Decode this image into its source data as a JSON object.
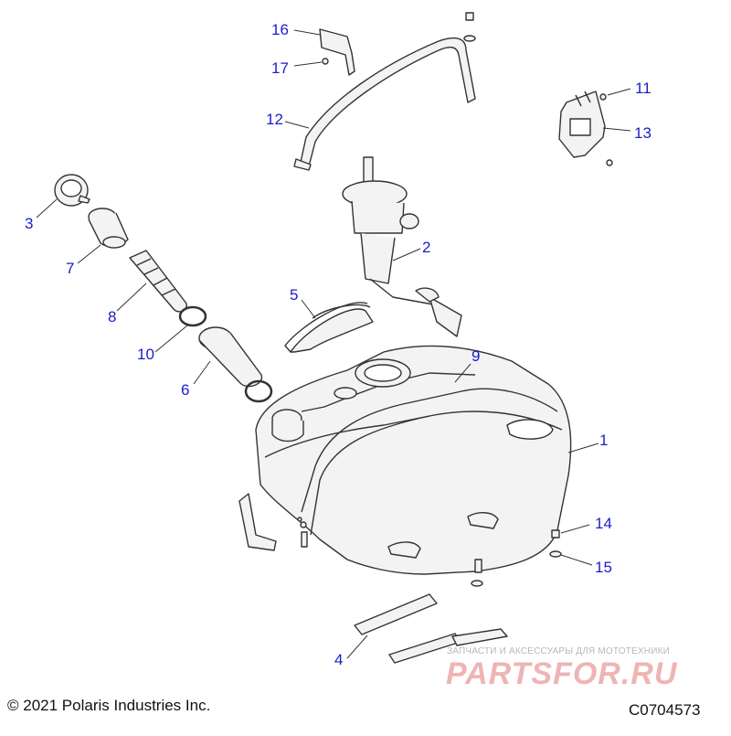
{
  "diagram": {
    "callouts": [
      "1",
      "2",
      "3",
      "4",
      "5",
      "6",
      "7",
      "8",
      "9",
      "10",
      "11",
      "12",
      "13",
      "14",
      "15",
      "16",
      "17"
    ],
    "copyright": "© 2021 Polaris Industries Inc.",
    "figure_code": "C0704573",
    "watermark_tagline": "ЗАПЧАСТИ И АКСЕССУАРЫ ДЛЯ МОТОТЕХНИКИ",
    "watermark_logo": "PARTSFOR.RU"
  },
  "colors": {
    "callout": "#1c1ccc",
    "outline": "#333333",
    "part_fill": "#f2f2f2",
    "watermark": "#d22828"
  }
}
